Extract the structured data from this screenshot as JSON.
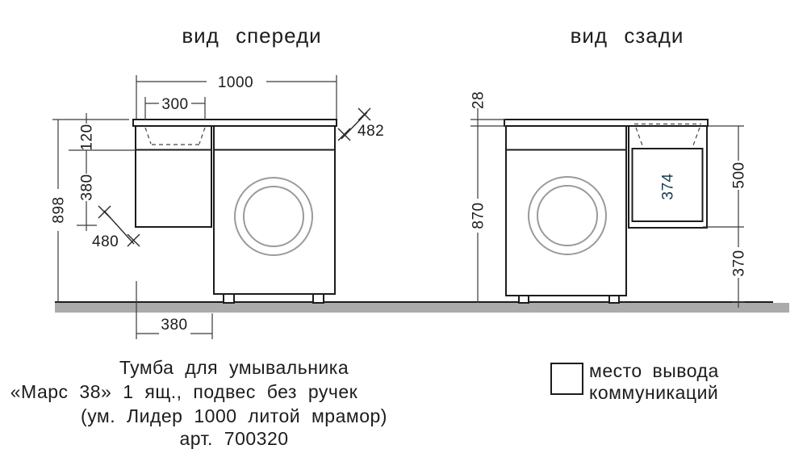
{
  "front_view": {
    "title": "вид спереди",
    "dims": {
      "overall_width": "1000",
      "sink_width": "300",
      "apron_height": "120",
      "drawer_height": "380",
      "overall_height": "898",
      "drawer_depth": "480",
      "counter_depth": "482",
      "drawer_bottom_width": "380"
    }
  },
  "back_view": {
    "title": "вид сзади",
    "dims": {
      "countertop_thickness": "28",
      "height_under_counter": "870",
      "comm_zone_width": "374",
      "comm_zone_height": "500",
      "comm_zone_floor_offset": "370"
    }
  },
  "legend": {
    "label_line1": "место вывода",
    "label_line2": "коммуникаций"
  },
  "caption": {
    "line1": "Тумба для умывальника",
    "line2": "«Марс 38» 1 ящ., подвес без ручек",
    "line3": "(ум. Лидер 1000 литой мрамор)",
    "line4": "арт. 700320"
  },
  "colors": {
    "accent": "#35C1EC",
    "floor": "#ABABAB",
    "line": "#1c1c1c"
  }
}
